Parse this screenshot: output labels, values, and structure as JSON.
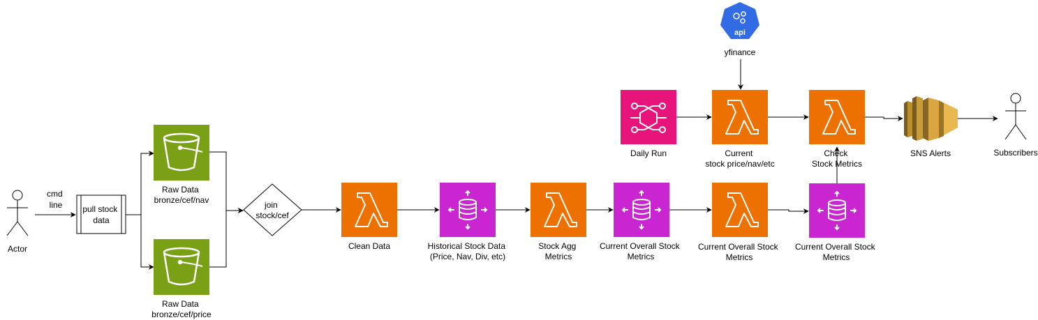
{
  "colors": {
    "s3": "#7AA116",
    "lambda": "#ED7100",
    "database": "#C925D1",
    "eventbridge": "#E7157B",
    "sns": "#D9A741",
    "api": "#326CE5",
    "line": "#000000"
  },
  "nodes": {
    "actor": {
      "label": "Actor",
      "icon": "person-icon"
    },
    "cmd_line": {
      "label_lines": [
        "cmd",
        "line"
      ]
    },
    "pull_stock": {
      "label_lines": [
        "pull stock",
        "data"
      ]
    },
    "raw_nav": {
      "label_lines": [
        "Raw Data",
        "bronze/cef/nav"
      ],
      "icon": "s3-bucket-icon"
    },
    "raw_price": {
      "label_lines": [
        "Raw Data",
        "bronze/cef/price"
      ],
      "icon": "s3-bucket-icon"
    },
    "join": {
      "label_lines": [
        "join",
        "stock/cef"
      ]
    },
    "clean": {
      "label_lines": [
        "Clean Data"
      ],
      "icon": "lambda-icon"
    },
    "historical": {
      "label_lines": [
        "Historical Stock Data",
        "(Price, Nav, Div, etc)"
      ],
      "icon": "database-icon"
    },
    "stock_agg": {
      "label_lines": [
        "Stock Agg",
        "Metrics"
      ],
      "icon": "lambda-icon"
    },
    "overall1": {
      "label_lines": [
        "Current Overall Stock",
        "Metrics"
      ],
      "icon": "database-icon"
    },
    "overall2": {
      "label_lines": [
        "Current Overall Stock",
        "Metrics"
      ],
      "icon": "lambda-icon"
    },
    "overall3": {
      "label_lines": [
        "Current Overall Stock",
        "Metrics"
      ],
      "icon": "database-icon"
    },
    "daily_run": {
      "label_lines": [
        "Daily Run"
      ],
      "icon": "eventbridge-icon"
    },
    "current_price": {
      "label_lines": [
        "Current",
        "stock price/nav/etc"
      ],
      "icon": "lambda-icon"
    },
    "check": {
      "label_lines": [
        "Check",
        "Stock Metrics"
      ],
      "icon": "lambda-icon"
    },
    "yfinance": {
      "label_lines": [
        "yfinance"
      ],
      "icon_text": "api",
      "icon": "api-icon"
    },
    "sns": {
      "label_lines": [
        "SNS Alerts"
      ],
      "icon": "sns-icon"
    },
    "subscribers": {
      "label": "Subscribers",
      "icon": "person-icon"
    }
  }
}
